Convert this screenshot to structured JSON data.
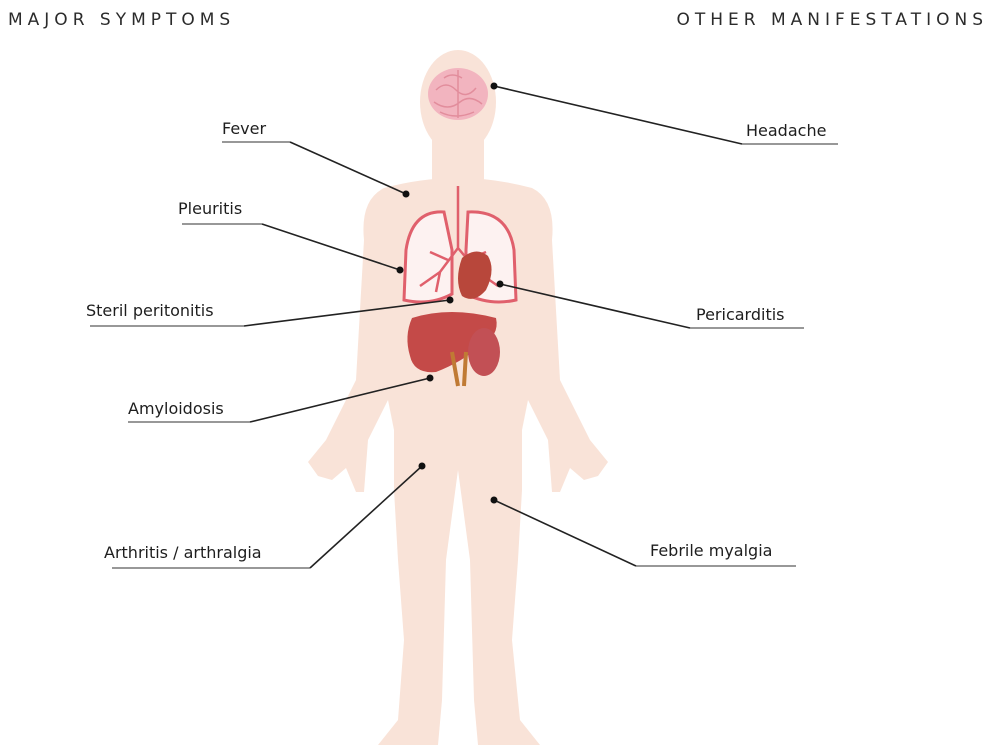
{
  "headings": {
    "left": "MAJOR SYMPTOMS",
    "right": "OTHER MANIFESTATIONS"
  },
  "labels": {
    "fever": "Fever",
    "pleuritis": "Pleuritis",
    "peritonitis": "Steril peritonitis",
    "amyloidosis": "Amyloidosis",
    "arthritis": "Arthritis / arthralgia",
    "headache": "Headache",
    "pericarditis": "Pericarditis",
    "myalgia": "Febrile myalgia"
  },
  "colors": {
    "body": "#f9e3d8",
    "brain": "#f2b4bf",
    "lungs_outline": "#e0606c",
    "heart": "#b8473b",
    "liver": "#c44a48",
    "stomach": "#c25055",
    "kidney": "#c07a34"
  }
}
